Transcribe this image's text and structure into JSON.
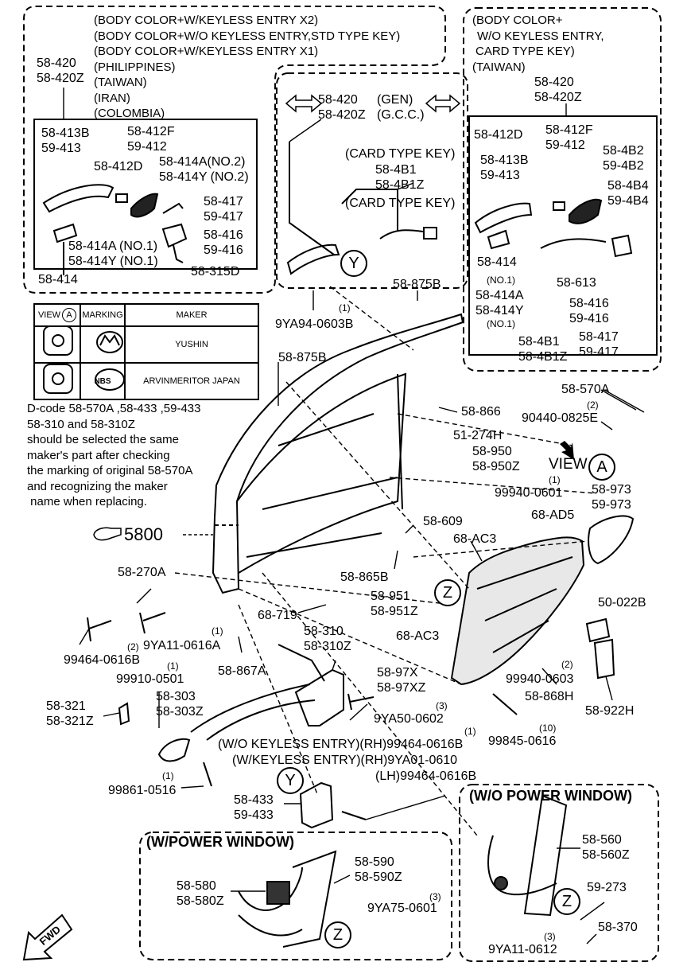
{
  "group_topleft": {
    "notes": [
      "(BODY COLOR+W/KEYLESS ENTRY X2)",
      "(BODY COLOR+W/O KEYLESS ENTRY,STD TYPE KEY)",
      "(BODY COLOR+W/KEYLESS ENTRY X1)",
      "(PHILIPPINES)",
      "(TAIWAN)",
      "(IRAN)",
      "(COLOMBIA)"
    ],
    "main_part": "58-420",
    "main_part_z": "58-420Z",
    "p_413b": "58-413B",
    "p_59413": "59-413",
    "p_412f": "58-412F",
    "p_59412": "59-412",
    "p_412d": "58-412D",
    "p_414a_no2": "58-414A(NO.2)",
    "p_414y_no2": "58-414Y (NO.2)",
    "p_417": "58-417",
    "p_59417": "59-417",
    "p_416": "58-416",
    "p_59416": "59-416",
    "p_414a_no1": "58-414A (NO.1)",
    "p_414y_no1": "58-414Y (NO.1)",
    "p_315d": "58-315D",
    "p_414": "58-414"
  },
  "group_topright": {
    "notes": [
      "(BODY COLOR+",
      "W/O KEYLESS ENTRY,",
      "CARD TYPE KEY)",
      "(TAIWAN)"
    ],
    "main_part": "58-420",
    "main_part_z": "58-420Z",
    "p_412d": "58-412D",
    "p_412f": "58-412F",
    "p_59412": "59-412",
    "p_413b": "58-413B",
    "p_59413": "59-413",
    "p_4b2": "58-4B2",
    "p_594b2": "59-4B2",
    "p_4b4": "58-4B4",
    "p_594b4": "59-4B4",
    "p_414": "58-414",
    "p_no1a": "(NO.1)",
    "p_414a": "58-414A",
    "p_414y": "58-414Y",
    "p_no1b": "(NO.1)",
    "p_613": "58-613",
    "p_416": "58-416",
    "p_59416": "59-416",
    "p_4b1": "58-4B1",
    "p_4b1z": "58-4B1Z",
    "p_417": "58-417",
    "p_59417": "59-417"
  },
  "group_center": {
    "p_420": "58-420",
    "gen": "(GEN)",
    "p_420z": "58-420Z",
    "gcc": "(G.C.C.)",
    "card_key1": "(CARD TYPE KEY)",
    "p_4b1": "58-4B1",
    "p_4b1z": "58-4B1Z",
    "card_key2": "(CARD TYPE KEY)"
  },
  "view_table": {
    "headers": [
      "VIEW",
      "MARKING",
      "MAKER"
    ],
    "view_letter": "A",
    "rows": [
      {
        "marking_icon": "mazda-logo-icon",
        "maker": "YUSHIN"
      },
      {
        "marking_icon": "nbs-logo-icon",
        "marking_text": "NBS",
        "maker": "ARVINMERITOR JAPAN"
      }
    ]
  },
  "dcode_note": [
    "D-code  58-570A ,58-433 ,59-433",
    "58-310  and 58-310Z",
    "should be selected the same",
    "maker's part after checking",
    "the marking of original 58-570A",
    "and recognizing the maker",
    " name when replacing."
  ],
  "callouts": {
    "qty1_9ya94": "(1)",
    "c_9ya94": "9YA94-0603B",
    "c_875b_top": "58-875B",
    "c_875b_left": "58-875B",
    "c_866": "58-866",
    "c_51274h": "51-274H",
    "c_950": "58-950",
    "c_950z": "58-950Z",
    "qty1_99940": "(1)",
    "c_99940_0601": "99940-0601",
    "c_570a": "58-570A",
    "qty2_90440": "(2)",
    "c_90440": "90440-0825E",
    "view_label": "VIEW",
    "view_letter": "A",
    "c_973": "58-973",
    "c_59973": "59-973",
    "c_68ad5": "68-AD5",
    "c_609": "58-609",
    "c_68ac3_a": "68-AC3",
    "c_5800": "5800",
    "c_270a": "58-270A",
    "c_865b": "58-865B",
    "c_951": "58-951",
    "c_951z": "58-951Z",
    "c_50022b": "50-022B",
    "c_68719": "68-719",
    "c_68ac3_b": "68-AC3",
    "qty2_9ya11": "(2)",
    "c_9ya11_0616a": "9YA11-0616A",
    "qty1_867": "(1)",
    "c_99464_0616b": "99464-0616B",
    "c_867a": "58-867A",
    "c_310": "58-310",
    "c_310z": "58-310Z",
    "c_97x": "58-97X",
    "c_97xz": "58-97XZ",
    "qty2_99940_0603": "(2)",
    "c_99940_0603": "99940-0603",
    "c_868h": "58-868H",
    "c_922h": "58-922H",
    "qty1_99910": "(1)",
    "c_99910": "99910-0501",
    "c_303": "58-303",
    "c_303z": "58-303Z",
    "c_321": "58-321",
    "c_321z": "58-321Z",
    "qty3_9ya50": "(3)",
    "c_9ya50": "9YA50-0602",
    "qty10": "(10)",
    "c_99845": "99845-0616",
    "qty1_99464": "(1)",
    "c_wo_keyless": "(W/O KEYLESS ENTRY)(RH)99464-0616B",
    "c_w_keyless": "(W/KEYLESS ENTRY)(RH)9YA01-0610",
    "c_lh": "(LH)99464-0616B",
    "qty1_99861": "(1)",
    "c_99861": "99861-0516",
    "c_433": "58-433",
    "c_59433": "59-433",
    "y_upper": "Y",
    "y_lower": "Y",
    "z_mid": "Z",
    "z_left": "Z",
    "z_right": "Z"
  },
  "power_window": {
    "title": "(W/POWER WINDOW)",
    "c_580": "58-580",
    "c_580z": "58-580Z",
    "c_590": "58-590",
    "c_590z": "58-590Z",
    "qty3": "(3)",
    "c_9ya75": "9YA75-0601"
  },
  "no_power_window": {
    "title": "(W/O POWER WINDOW)",
    "c_560": "58-560",
    "c_560z": "58-560Z",
    "c_59273": "59-273",
    "c_370": "58-370",
    "qty3": "(3)",
    "c_9ya11_0612": "9YA11-0612"
  },
  "fwd_label": "FWD"
}
